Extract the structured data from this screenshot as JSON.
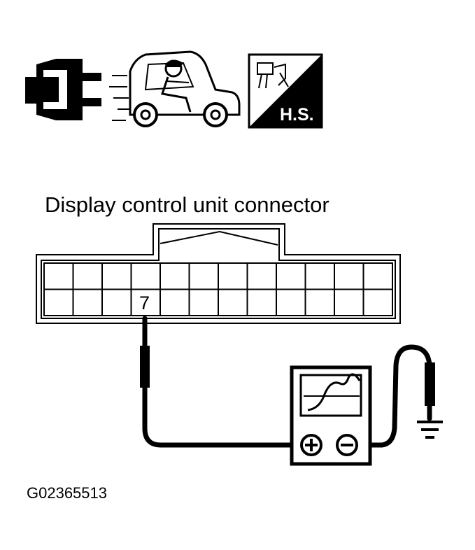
{
  "header_icons": [
    {
      "icon": "connector-icon"
    },
    {
      "icon": "driver-vehicle-icon"
    },
    {
      "icon": "harness-hs-icon",
      "text": "H.S."
    }
  ],
  "connector": {
    "title": "Display control unit connector",
    "rows": 2,
    "columns": 12,
    "pin_label": "7"
  },
  "meter": {
    "icon": "oscilloscope-icon",
    "positive_terminal": "positive-terminal-icon",
    "negative_terminal": "negative-terminal-icon"
  },
  "ground": {
    "icon": "ground-symbol-icon"
  },
  "figure_code": "G02365513",
  "colors": {
    "ink": "#000000",
    "paper": "#ffffff"
  }
}
